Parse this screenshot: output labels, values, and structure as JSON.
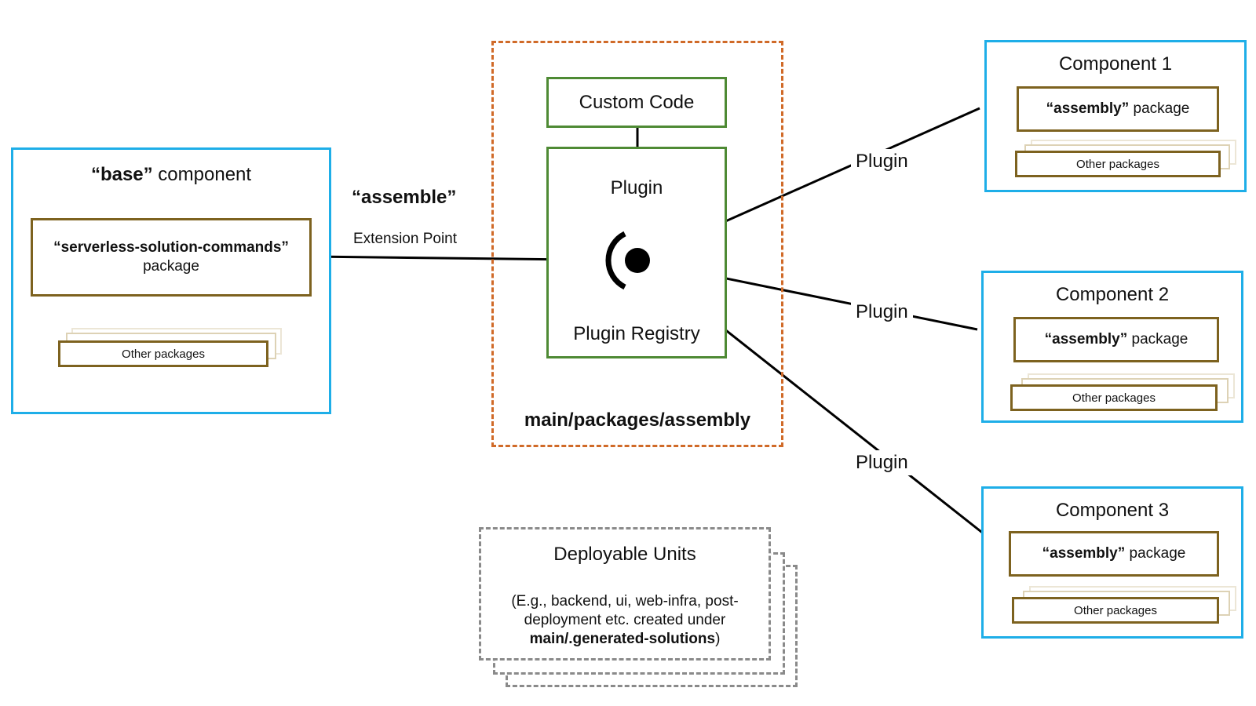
{
  "base_component": {
    "title_bold": "“base”",
    "title_rest": " component",
    "package_name": "“serverless-solution-commands”",
    "package_suffix": "package",
    "other_packages": "Other packages"
  },
  "extension": {
    "name": "“assemble”",
    "label": "Extension Point"
  },
  "assembly": {
    "custom_code": "Custom Code",
    "plugin": "Plugin",
    "registry": "Plugin Registry",
    "path": "main/packages/assembly"
  },
  "plugin_labels": [
    "Plugin",
    "Plugin",
    "Plugin"
  ],
  "components": [
    {
      "title": "Component 1",
      "pkg_bold": "“assembly”",
      "pkg_rest": " package",
      "other": "Other packages"
    },
    {
      "title": "Component 2",
      "pkg_bold": "“assembly”",
      "pkg_rest": " package",
      "other": "Other packages"
    },
    {
      "title": "Component 3",
      "pkg_bold": "“assembly”",
      "pkg_rest": " package",
      "other": "Other packages"
    }
  ],
  "deployable": {
    "title": "Deployable Units",
    "desc_line1": "(E.g., backend, ui, web-infra, post-",
    "desc_line2": "deployment etc. created under",
    "desc_bold": "main/.generated-solutions",
    "desc_end": ")"
  },
  "colors": {
    "component_border": "#1eaee8",
    "package_border": "#7d621f",
    "assembly_border": "#4e8a34",
    "assembly_dashed": "#d06a28",
    "deployable_dashed": "#8a8a8a"
  }
}
